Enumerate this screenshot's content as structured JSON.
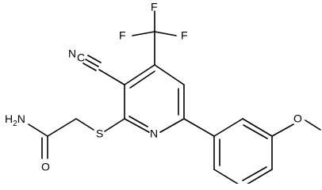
{
  "structure": {
    "labels": {
      "F1": "F",
      "F2": "F",
      "F3": "F",
      "N_nitrile": "N",
      "C_nitrile": "C",
      "N_ring": "N",
      "S": "S",
      "O_carbonyl": "O",
      "N_amide": "H",
      "N_amide_sub": "2",
      "N_amide_atom": "N",
      "O_ether": "O"
    },
    "colors": {
      "bond": "#000000",
      "text": "#000000",
      "background": "#ffffff"
    }
  }
}
